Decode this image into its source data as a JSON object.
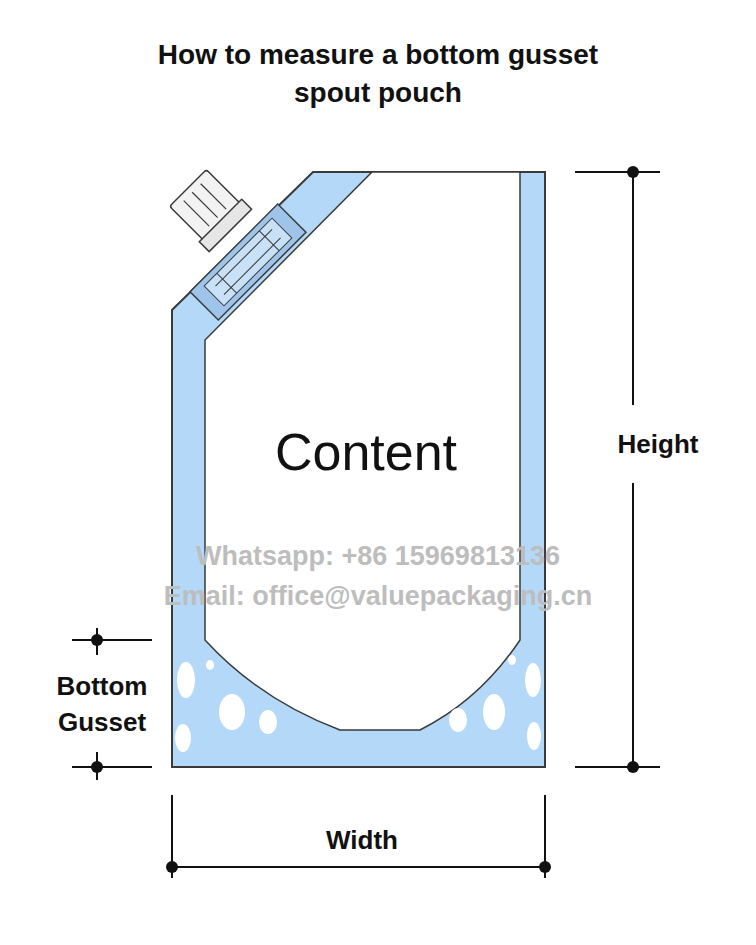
{
  "diagram": {
    "title": "How to measure a bottom gusset spout pouch",
    "labels": [
      "Content",
      "Whatsapp: +86 15969813136",
      "Email: office@valuepackaging.cn",
      "Height",
      "Bottom Gusset",
      "Width"
    ]
  }
}
